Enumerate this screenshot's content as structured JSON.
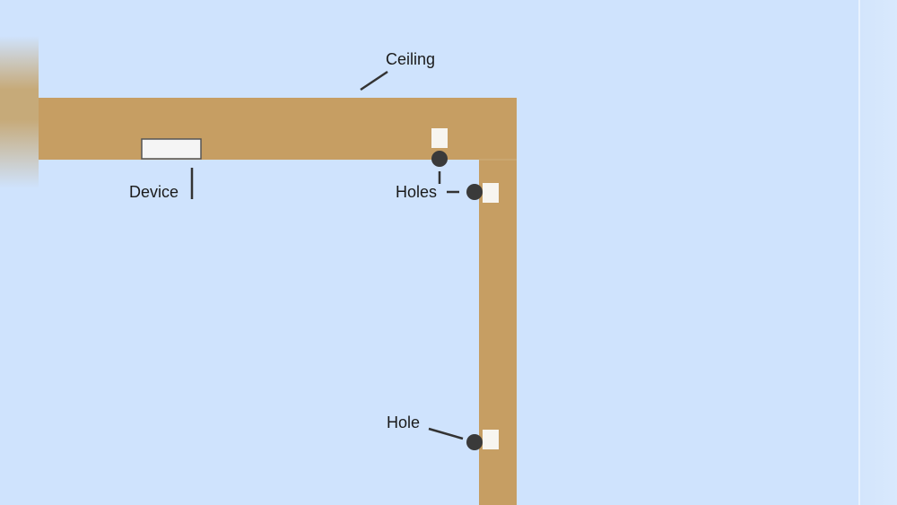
{
  "diagram": {
    "labels": {
      "ceiling": "Ceiling",
      "device": "Device",
      "holes": "Holes",
      "hole": "Hole"
    },
    "colors": {
      "background": "#cfe3fd",
      "beam": "#c69e63",
      "hole": "#3a3a3a",
      "device_fill": "#f5f5f5",
      "device_stroke": "#555555",
      "marker": "#f7f5f0",
      "leader": "#333333"
    }
  }
}
